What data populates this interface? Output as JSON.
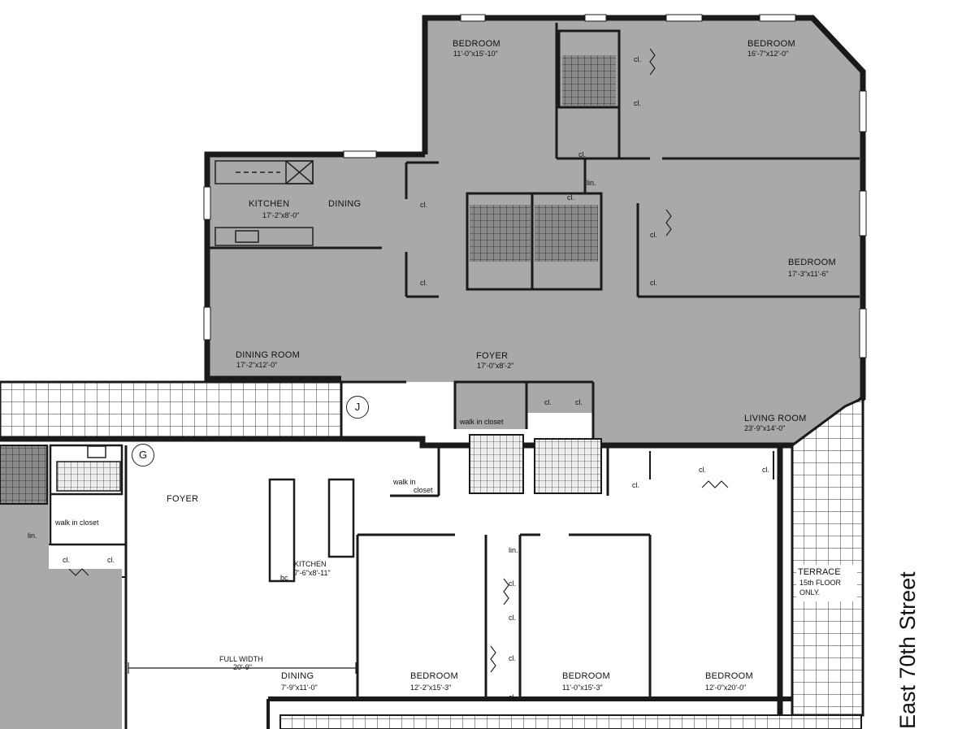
{
  "upper_unit": {
    "rooms": [
      {
        "id": "bedroom-1",
        "name": "BEDROOM",
        "dims": "11'-0\"x15'-10\""
      },
      {
        "id": "bedroom-2",
        "name": "BEDROOM",
        "dims": "16'-7\"x12'-0\""
      },
      {
        "id": "kitchen",
        "name": "KITCHEN",
        "dims": "17'-2\"x8'-0\""
      },
      {
        "id": "kitchen-dining",
        "name": "DINING",
        "dims": ""
      },
      {
        "id": "bedroom-3",
        "name": "BEDROOM",
        "dims": "17'-3\"x11'-6\""
      },
      {
        "id": "dining-room",
        "name": "DINING ROOM",
        "dims": "17'-2\"x12'-0\""
      },
      {
        "id": "foyer",
        "name": "FOYER",
        "dims": "17'-0\"x8'-2\""
      },
      {
        "id": "living-room",
        "name": "LIVING ROOM",
        "dims": "23'-9\"x14'-0\""
      }
    ],
    "closet_labels": [
      "cl.",
      "cl.",
      "cl.",
      "cl.",
      "cl.",
      "cl.",
      "cl.",
      "cl.",
      "cl.",
      "cl.",
      "lin."
    ],
    "walk_in_closet": "walk in closet",
    "marker": "J"
  },
  "lower_unit": {
    "rooms": [
      {
        "id": "foyer",
        "name": "FOYER",
        "dims": ""
      },
      {
        "id": "kitchen",
        "name": "KITCHEN",
        "dims": "7'-6\"x8'-11\""
      },
      {
        "id": "dining",
        "name": "DINING",
        "dims": "7'-9\"x11'-0\""
      },
      {
        "id": "bedroom-1",
        "name": "BEDROOM",
        "dims": "12'-2\"x15'-3\""
      },
      {
        "id": "bedroom-2",
        "name": "BEDROOM",
        "dims": "11'-0\"x15'-3\""
      },
      {
        "id": "bedroom-3",
        "name": "BEDROOM",
        "dims": "12'-0\"x20'-0\""
      }
    ],
    "closet_labels": [
      "cl.",
      "cl.",
      "cl.",
      "cl.",
      "cl.",
      "cl.",
      "cl.",
      "cl.",
      "lin.",
      "lin.",
      "bc"
    ],
    "walk_in_closet_a": "walk in closet",
    "walk_in_closet_b_line1": "walk in",
    "walk_in_closet_b_line2": "closet",
    "full_width_line1": "FULL WIDTH",
    "full_width_line2": "20'-9\"",
    "marker": "G",
    "terrace_line1": "TERRACE",
    "terrace_line2": "15th FLOOR",
    "terrace_line3": "ONLY."
  },
  "street_label": "East 70th Street",
  "colors": {
    "fill_gray": "#a9a9a9",
    "wall": "#1a1a1a",
    "tile": "#ffffff",
    "tile_line": "#333333"
  }
}
